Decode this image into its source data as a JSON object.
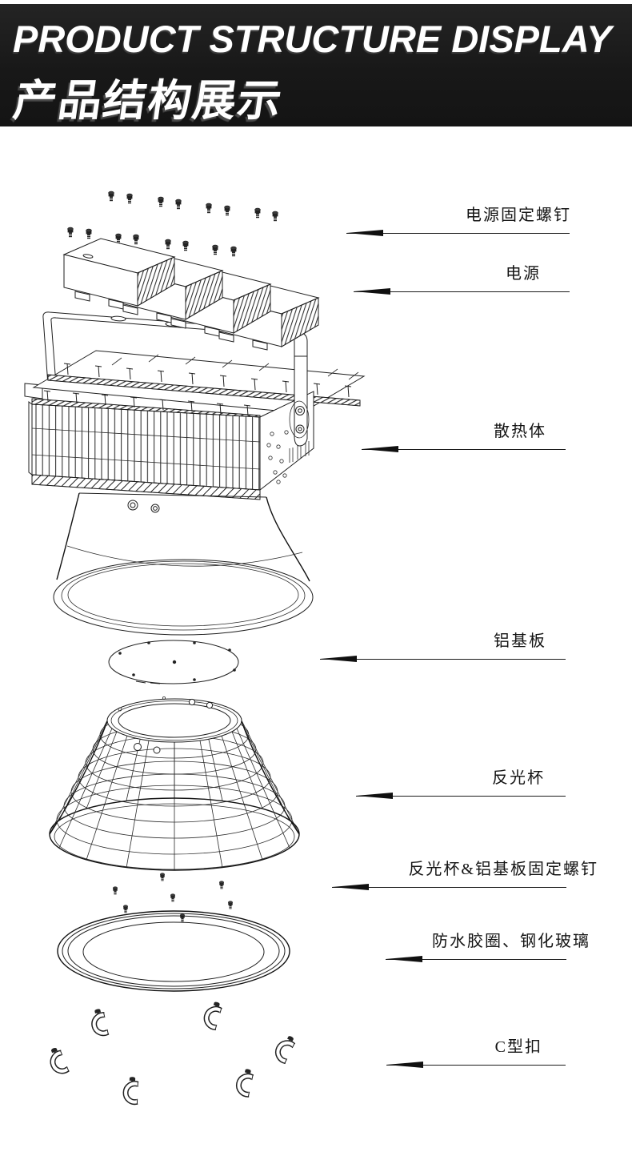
{
  "header": {
    "title_en": "PRODUCT STRUCTURE DISPLAY",
    "title_zh": "产品结构展示",
    "bg_color": "#1a1a1a",
    "text_color": "#ffffff"
  },
  "diagram": {
    "description": "Exploded-view technical line drawing of an LED high-bay flood light",
    "line_color": "#1a1a1a",
    "parts": [
      {
        "name": "power-supply-fixing-screws",
        "label": "电源固定螺钉"
      },
      {
        "name": "power-supply",
        "label": "电源"
      },
      {
        "name": "heat-sink",
        "label": "散热体"
      },
      {
        "name": "aluminum-base-plate",
        "label": "铝基板"
      },
      {
        "name": "reflector-cup",
        "label": "反光杯"
      },
      {
        "name": "reflector-and-plate-fixing-screws",
        "label": "反光杯&铝基板固定螺钉"
      },
      {
        "name": "waterproof-ring-tempered-glass",
        "label": "防水胶圈、钢化玻璃"
      },
      {
        "name": "c-clip",
        "label": "C型扣"
      }
    ]
  }
}
